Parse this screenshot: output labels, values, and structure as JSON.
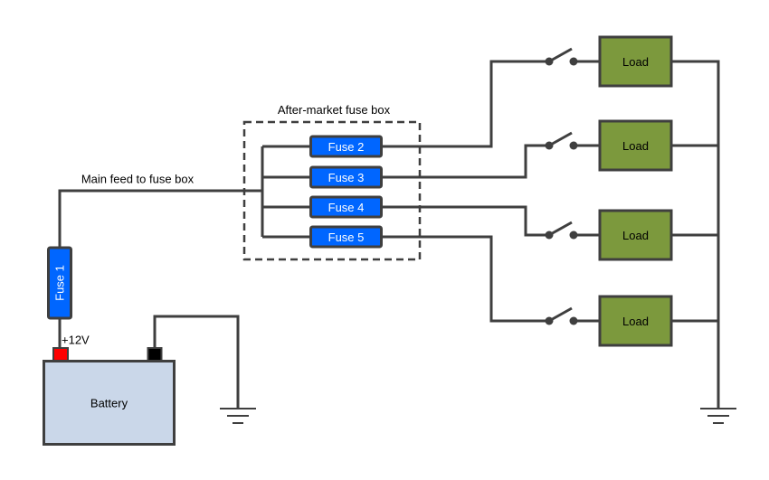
{
  "diagram": {
    "type": "automotive-wiring-diagram",
    "fuse_box": {
      "title": "After-market fuse box",
      "fuses": [
        {
          "label": "Fuse 2"
        },
        {
          "label": "Fuse 3"
        },
        {
          "label": "Fuse 4"
        },
        {
          "label": "Fuse 5"
        }
      ]
    },
    "main_feed_label": "Main feed to fuse box",
    "battery": {
      "label": "Battery",
      "voltage_label": "+12V"
    },
    "fuse1": {
      "label": "Fuse 1"
    },
    "loads": [
      {
        "label": "Load"
      },
      {
        "label": "Load"
      },
      {
        "label": "Load"
      },
      {
        "label": "Load"
      }
    ],
    "colors": {
      "wire": "#3F3F3F",
      "fuse_fill": "#0066FF",
      "fuse_label_text": "#FFFFFF",
      "load_fill": "#7C993D",
      "battery_fill": "#CAD7E9",
      "positive_terminal_fill": "#FF0000",
      "negative_terminal_fill": "#000000",
      "label_text": "#000000",
      "background": "#FFFFFF"
    }
  }
}
